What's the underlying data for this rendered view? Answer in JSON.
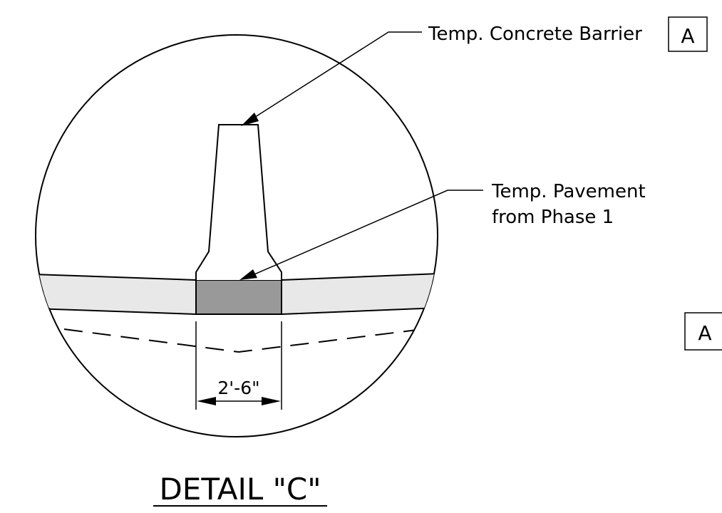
{
  "callouts": {
    "barrier": "Temp. Concrete Barrier",
    "barrier_tag": "A",
    "pavement_line1": "Temp. Pavement",
    "pavement_line2": "from Phase 1",
    "side_tag": "A"
  },
  "dimension": "2'-6\"",
  "title": "DETAIL \"C\"",
  "colors": {
    "line": "#000000",
    "pavement_layer": "#e8e8e8",
    "temp_pavement_fill": "#999999"
  }
}
